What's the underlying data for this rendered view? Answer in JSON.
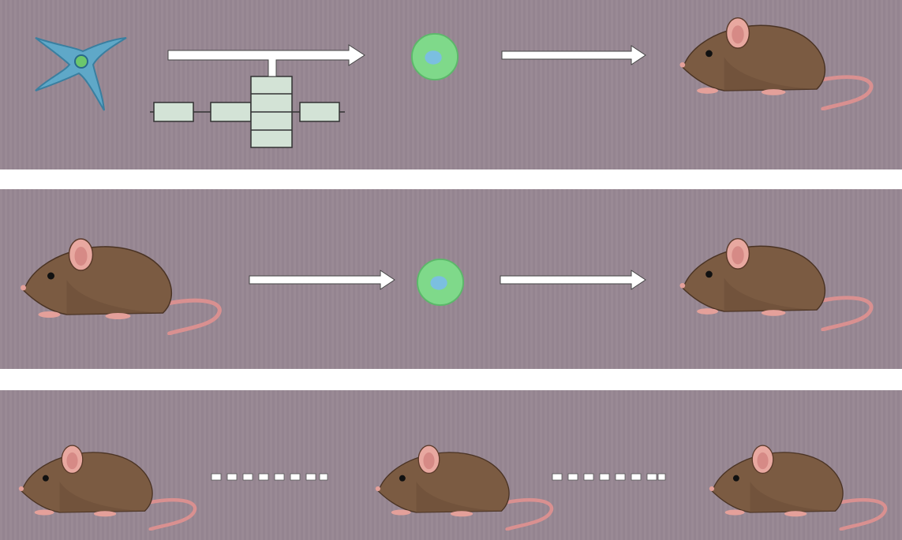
{
  "panels": [
    {
      "name": "cell-to-mouse",
      "items": [
        "stem-cell-icon",
        "gene-targeting-construct",
        "arrow-icon",
        "modified-cell-icon",
        "arrow-icon",
        "mouse-icon"
      ]
    },
    {
      "name": "mouse-to-cell-to-mouse",
      "items": [
        "mouse-icon",
        "arrow-icon",
        "cell-icon",
        "arrow-icon",
        "mouse-icon"
      ]
    },
    {
      "name": "mouse-lineage",
      "items": [
        "mouse-icon",
        "dotted-line",
        "mouse-icon",
        "dotted-line",
        "mouse-icon"
      ]
    }
  ],
  "colors": {
    "background": "#9a8a95",
    "mouse_fur": "#7b5b42",
    "mouse_pink": "#e4a09a",
    "cell_green": "#7fd98a",
    "nucleus_blue": "#7bbfe0",
    "stem_cell_blue": "#5fa8c8",
    "construct_box": "#d3e3d6",
    "arrow": "#ffffff"
  }
}
